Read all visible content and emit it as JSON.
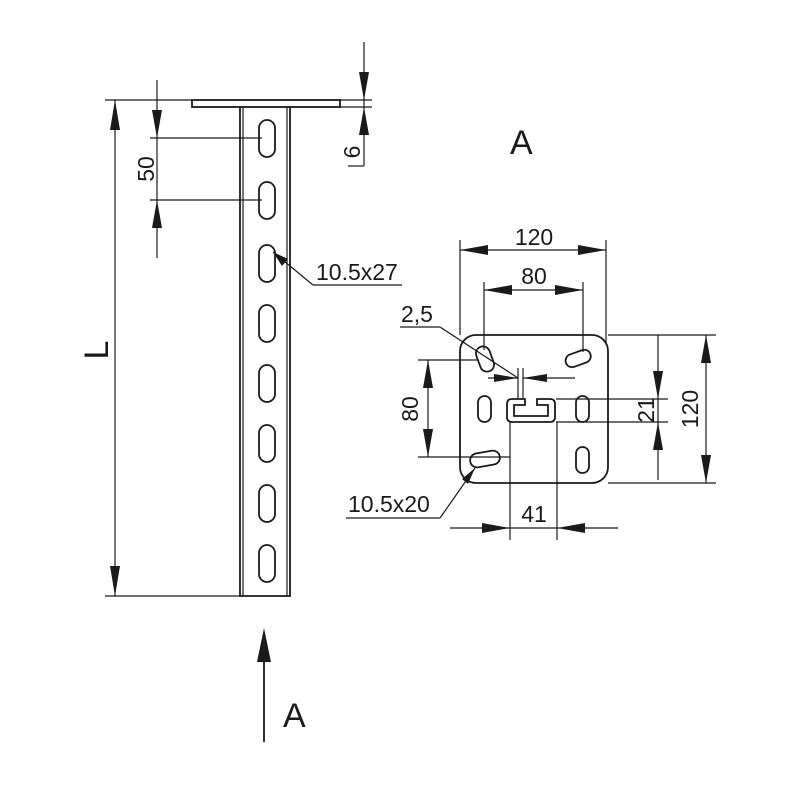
{
  "labels": {
    "length": "L",
    "plate_thickness": "6",
    "slot_pitch": "50",
    "side_slot": "10.5x27",
    "view_top": "A",
    "view_arrow": "A",
    "plate_outer_width": "120",
    "hole_spacing_h": "80",
    "channel_gap": "2,5",
    "hole_spacing_v": "80",
    "channel_depth": "21",
    "plate_outer_height": "120",
    "plate_slot": "10.5x20",
    "channel_width": "41"
  }
}
